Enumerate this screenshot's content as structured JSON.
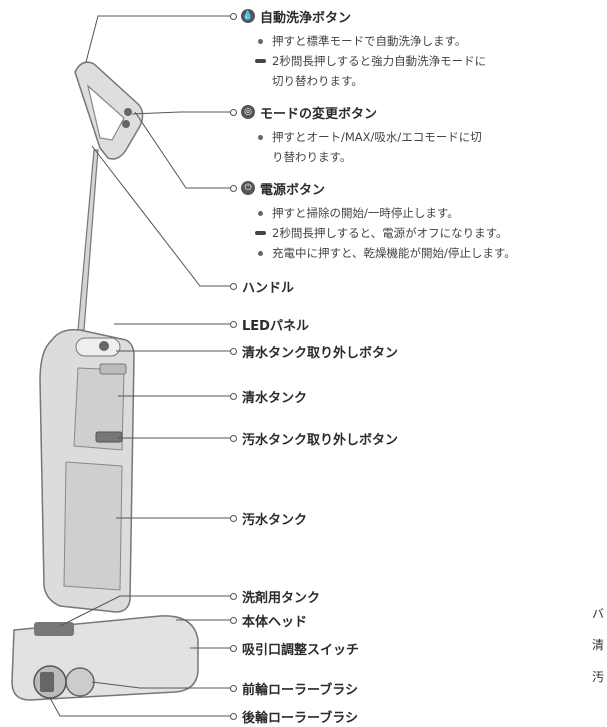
{
  "callouts": {
    "auto_clean": {
      "label": "自動洗浄ボタン",
      "icon": "drop-icon",
      "line1": "押すと標準モードで自動洗浄します。",
      "line2a": "2秒間長押しすると強力自動洗浄モードに",
      "line2b": "切り替わります。"
    },
    "mode": {
      "label": "モードの変更ボタン",
      "icon": "mode-icon",
      "line1a": "押すとオート/MAX/吸水/エコモードに切",
      "line1b": "り替わります。"
    },
    "power": {
      "label": "電源ボタン",
      "icon": "power-icon",
      "line1": "押すと掃除の開始/一時停止します。",
      "line2": "2秒間長押しすると、電源がオフになります。",
      "line3": "充電中に押すと、乾燥機能が開始/停止します。"
    },
    "handle": "ハンドル",
    "led_panel": "LEDパネル",
    "clean_tank_release": "清水タンク取り外しボタン",
    "clean_tank": "清水タンク",
    "dirty_tank_release": "汚水タンク取り外しボタン",
    "dirty_tank": "汚水タンク",
    "detergent_tank": "洗剤用タンク",
    "main_head": "本体ヘッド",
    "suction_switch": "吸引口調整スイッチ",
    "front_roller": "前輪ローラーブラシ",
    "rear_roller": "後輪ローラーブラシ"
  },
  "side_labels": [
    "バ",
    "清",
    "汚"
  ],
  "colors": {
    "body": "#d8d8d8",
    "body_light": "#ececec",
    "dark": "#555555",
    "line": "#555555"
  }
}
